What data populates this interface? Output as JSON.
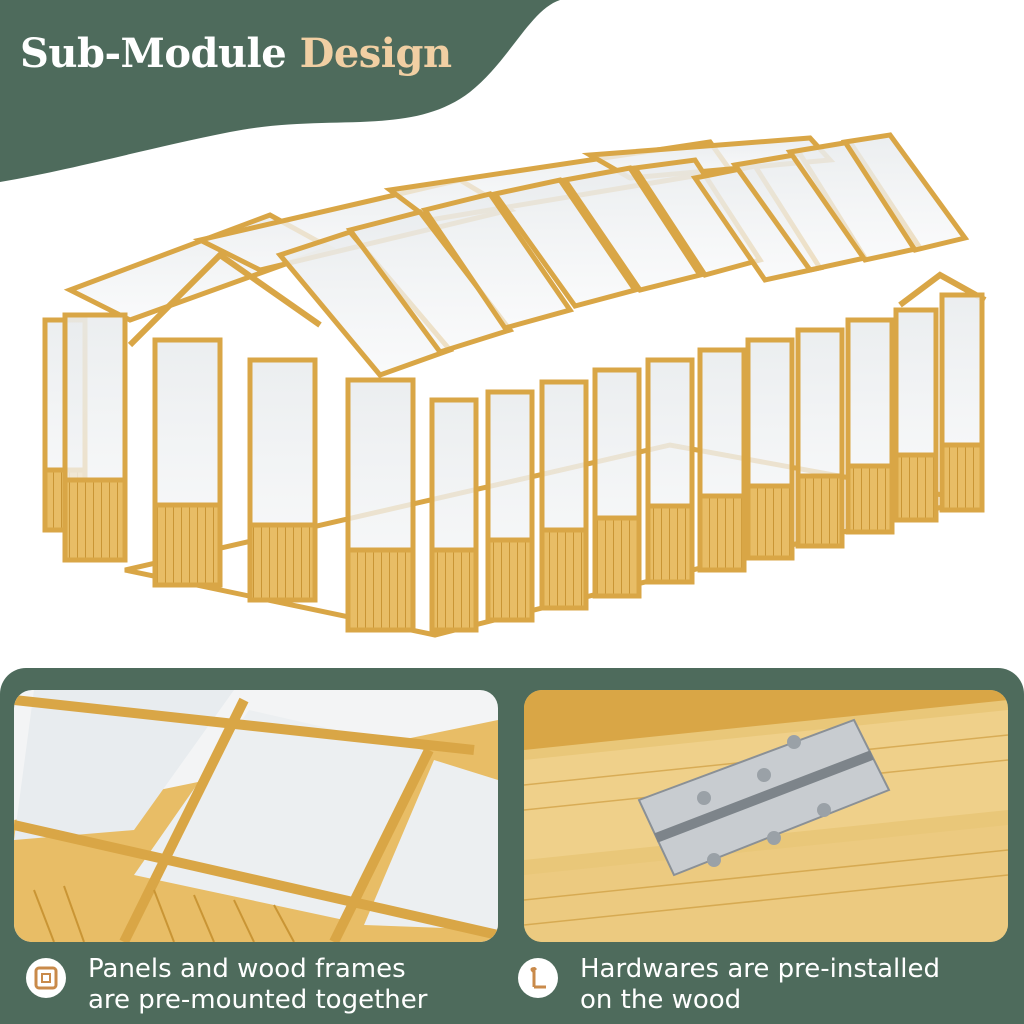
{
  "header": {
    "title_part1": "Sub-Module",
    "title_part2": "Design"
  },
  "colors": {
    "green": "#4e6b5c",
    "accent": "#f1cfa3",
    "wood": "#e5b65c",
    "wood_dark": "#c99535"
  },
  "features": [
    {
      "icon": "panel-frame-icon",
      "line1": "Panels and wood frames",
      "line2": "are pre-mounted together"
    },
    {
      "icon": "screw-icon",
      "line1": "Hardwares are pre-installed",
      "line2": "on the wood"
    }
  ]
}
